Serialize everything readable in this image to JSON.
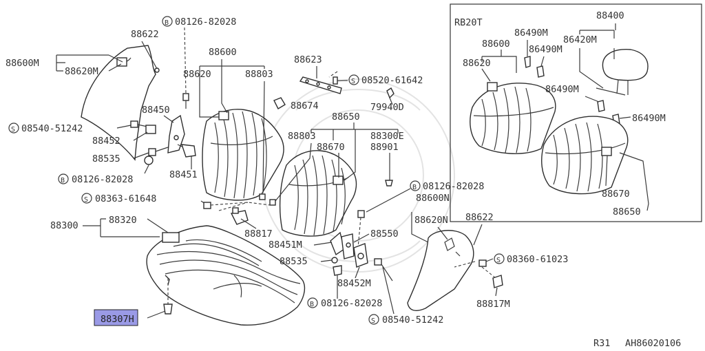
{
  "diagram": {
    "panel_title": "RB20T",
    "footer_left": "R31",
    "footer_right": "AH86020106",
    "highlight_label": "88307H",
    "labels": {
      "a88622": "88622",
      "a88600M": "88600M",
      "a88620M": "88620M",
      "b08126_top": "08126-82028",
      "a88450": "88450",
      "s08540_51242": "08540-51242",
      "a88452": "88452",
      "a88535": "88535",
      "b08126_left": "08126-82028",
      "a88451": "88451",
      "s08363": "08363-61648",
      "a88300": "88300",
      "a88320": "88320",
      "a88600": "88600",
      "a88620": "88620",
      "a88803_top": "88803",
      "a88623": "88623",
      "s08520": "08520-61642",
      "a88674": "88674",
      "a79940D": "79940D",
      "a88650": "88650",
      "a88803_mid": "88803",
      "a88670": "88670",
      "a88300E": "88300E",
      "a88901": "88901",
      "a88817": "88817",
      "b08126_right": "08126-82028",
      "a88600N": "88600N",
      "a88620N": "88620N",
      "a88622_r": "88622",
      "a88550": "88550",
      "a88451M": "88451M",
      "a88535_b": "88535",
      "a88452M": "88452M",
      "s08360": "08360-61023",
      "a88817M": "88817M",
      "b08126_bottom": "08126-82028",
      "s08540_bottom": "08540-51242",
      "p88400": "88400",
      "p86420M": "86420M",
      "p86490M_a": "86490M",
      "p86490M_b": "86490M",
      "p88600": "88600",
      "p88620": "88620",
      "p86490M_c": "86490M",
      "p86490M_d": "86490M",
      "p88670": "88670",
      "p88650": "88650"
    },
    "prefix_bolt": "B",
    "prefix_screw": "S"
  }
}
